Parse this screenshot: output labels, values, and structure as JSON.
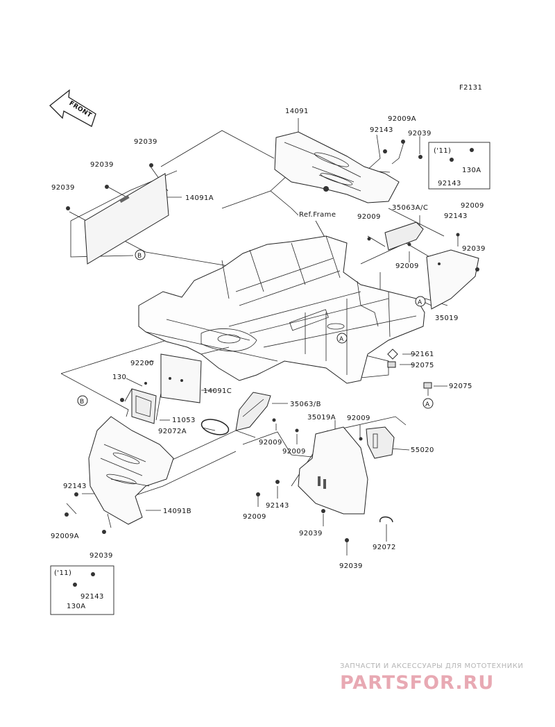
{
  "figure_code": "F2131",
  "front_arrow_text": "FRONT",
  "ref_frame_text": "Ref.Frame",
  "callouts": {
    "a": "A",
    "b": "B"
  },
  "year_note": "('11)",
  "labels": {
    "p14091": "14091",
    "p92009A_top": "92009A",
    "p92143_top": "92143",
    "p92039_top": "92039",
    "p130A_top": "130A",
    "p92143_box_top": "92143",
    "p92039_l1": "92039",
    "p92039_l2": "92039",
    "p92039_l3": "92039",
    "p14091A": "14091A",
    "p35063AC": "35063A/C",
    "p92009_r1": "92009",
    "p92009_r2": "92009",
    "p92143_r": "92143",
    "p92039_r": "92039",
    "p92009_mid": "92009",
    "p35019": "35019",
    "p92161": "92161",
    "p92075_1": "92075",
    "p92075_2": "92075",
    "p92200": "92200",
    "p130": "130",
    "p14091C": "14091C",
    "p35063B": "35063/B",
    "p11053": "11053",
    "p92072A": "92072A",
    "p35019A": "35019A",
    "p92009_c1": "92009",
    "p92009_c2": "92009",
    "p92009_c3": "92009",
    "p55020": "55020",
    "p92143_c": "92143",
    "p92009_c4": "92009",
    "p92039_c1": "92039",
    "p92039_c2": "92039",
    "p92072": "92072",
    "p92143_lb": "92143",
    "p14091B": "14091B",
    "p92009A_lb": "92009A",
    "p92039_lb": "92039",
    "p92143_box_bot": "92143",
    "p130A_bot": "130A"
  },
  "watermark": {
    "line1": "ЗАПЧАСТИ И АКСЕССУАРЫ ДЛЯ МОТОТЕХНИКИ",
    "line2": "PARTSFOR.RU",
    "color": "#e8a9b3"
  }
}
